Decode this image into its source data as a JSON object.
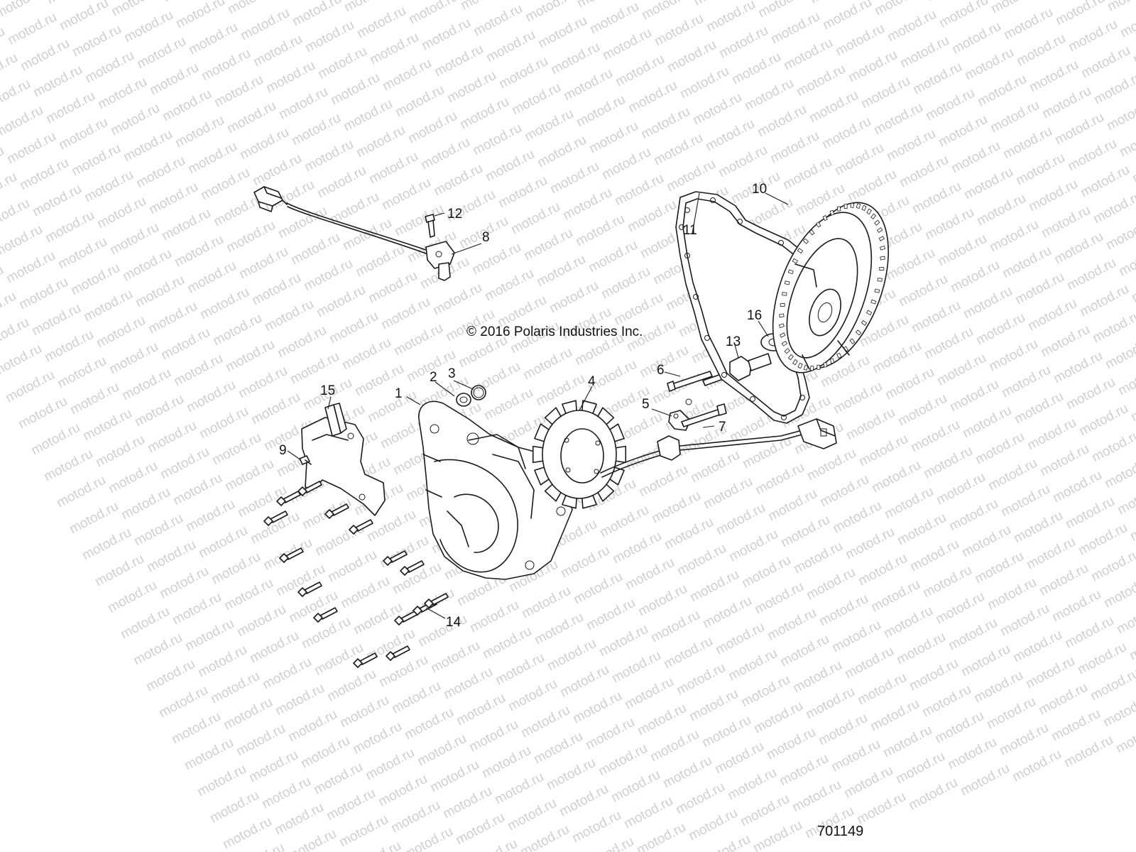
{
  "watermark": {
    "text": "motod.ru",
    "color": "#cfcfcf"
  },
  "copyright": "© 2016 Polaris Industries Inc.",
  "figure_number": "701149",
  "callouts": [
    {
      "id": "1",
      "text": "1"
    },
    {
      "id": "2",
      "text": "2"
    },
    {
      "id": "3",
      "text": "3"
    },
    {
      "id": "4",
      "text": "4"
    },
    {
      "id": "5",
      "text": "5"
    },
    {
      "id": "6",
      "text": "6"
    },
    {
      "id": "7",
      "text": "7"
    },
    {
      "id": "8",
      "text": "8"
    },
    {
      "id": "9",
      "text": "9"
    },
    {
      "id": "10",
      "text": "10"
    },
    {
      "id": "11",
      "text": "11"
    },
    {
      "id": "12",
      "text": "12"
    },
    {
      "id": "13",
      "text": "13"
    },
    {
      "id": "14",
      "text": "14"
    },
    {
      "id": "15",
      "text": "15"
    },
    {
      "id": "16",
      "text": "16"
    }
  ]
}
